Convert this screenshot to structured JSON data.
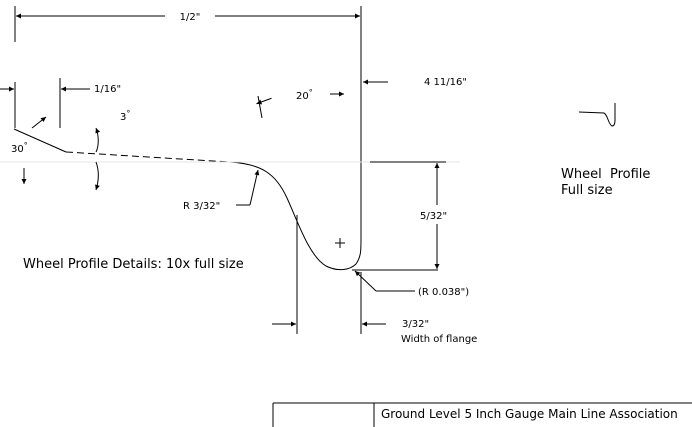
{
  "dimensions": {
    "width_total": "1/2\"",
    "tread_step": "1/16\"",
    "angle_30": "30",
    "angle_3": "3",
    "angle_20": "20",
    "flange_offset": "4 11/16\"",
    "root_radius": "R 3/32\"",
    "flange_depth": "5/32\"",
    "tip_radius": "(R 0.038\")",
    "flange_width": "3/32\"",
    "flange_width_caption": "Width of flange"
  },
  "degree_symbol": "°",
  "notes": {
    "details_caption": "Wheel Profile Details: 10x full size",
    "fullsize_line1": "Wheel  Profile",
    "fullsize_line2": "Full size"
  },
  "title_block": {
    "organisation": "Ground Level 5 Inch Gauge Main Line Association"
  }
}
